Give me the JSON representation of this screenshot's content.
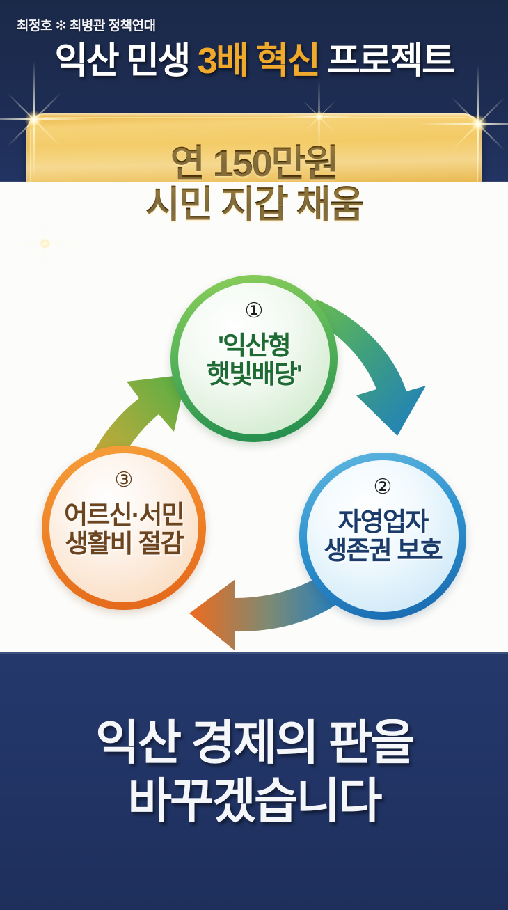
{
  "header": {
    "tagline": "최정호 ✻ 최병관 정책연대",
    "title_parts": [
      {
        "text": "익산 민생 ",
        "accent": false
      },
      {
        "text": "3배 혁신",
        "accent": true
      },
      {
        "text": " 프로젝트",
        "accent": false
      }
    ],
    "title_plain": "익산 민생 3배 혁신 프로젝트",
    "accent_color": "#f0a92a",
    "background_color": "#1d2c52"
  },
  "gold_banner": {
    "line1": "연 150만원",
    "line2": "시민 지갑 채움",
    "gold_color": "#e2a832",
    "text_color": "#3b2703",
    "sparkle_names": [
      "sparkle-top-left",
      "sparkle-top-middle",
      "sparkle-top-right",
      "sparkle-bottom-left"
    ]
  },
  "diagram": {
    "circles": [
      {
        "number": "①",
        "line1": "'익산형",
        "line2": "햇빛배당'",
        "color": "#2e9e52",
        "text_color": "#1e6b34",
        "name": "circle-1-solar-dividend"
      },
      {
        "number": "②",
        "line1": "자영업자",
        "line2": "생존권 보호",
        "color": "#1f86c6",
        "text_color": "#1b3b6b",
        "name": "circle-2-small-business"
      },
      {
        "number": "③",
        "line1": "어르신·서민",
        "line2": "생활비 절감",
        "color": "#ef8227",
        "text_color": "#6b4420",
        "name": "circle-3-living-cost"
      }
    ],
    "arrows": [
      {
        "name": "arrow-1-to-2",
        "from": "①",
        "to": "②",
        "from_color": "#62bb46",
        "to_color": "#1f7ec2"
      },
      {
        "name": "arrow-2-to-3",
        "from": "②",
        "to": "③",
        "from_color": "#1f7ec2",
        "to_color": "#ee6b1e"
      },
      {
        "name": "arrow-3-to-1",
        "from": "③",
        "to": "①",
        "from_color": "#f09a2e",
        "to_color": "#5bb145"
      }
    ]
  },
  "footer": {
    "line1": "익산 경제의 판을",
    "line2": "바꾸겠습니다",
    "background_color": "#213465",
    "text_color": "#f4f6fa"
  }
}
